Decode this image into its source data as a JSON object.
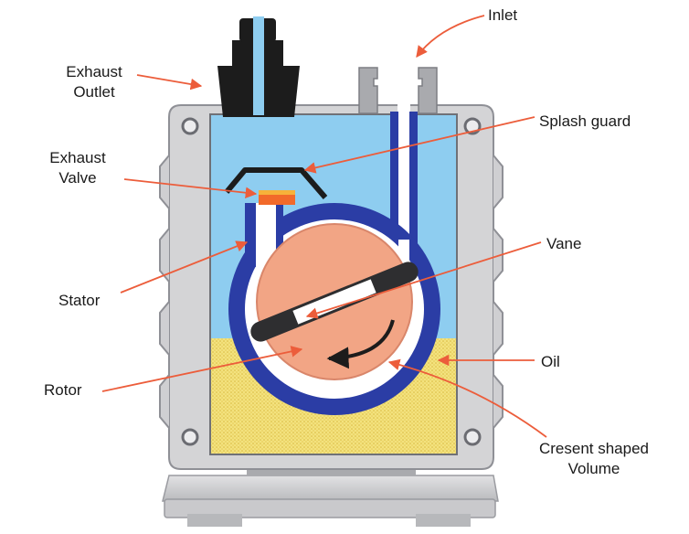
{
  "labels": {
    "inlet": "Inlet",
    "exhaust_outlet": [
      "Exhaust",
      "Outlet"
    ],
    "splash_guard": "Splash guard",
    "exhaust_valve": [
      "Exhaust",
      "Valve"
    ],
    "vane": "Vane",
    "stator": "Stator",
    "oil": "Oil",
    "rotor": "Rotor",
    "crescent_volume": [
      "Cresent shaped",
      "Volume"
    ]
  },
  "colors": {
    "housing": "#d4d4d6",
    "housing_dark": "#8f9096",
    "chamber": "#8ecdf0",
    "stator": "#2b3da5",
    "oil": "#f2e07a",
    "rotor": "#f2a585",
    "valve": "#f26a2a",
    "arrow": "#ec5d3b",
    "fitting": "#1c1c1c"
  }
}
